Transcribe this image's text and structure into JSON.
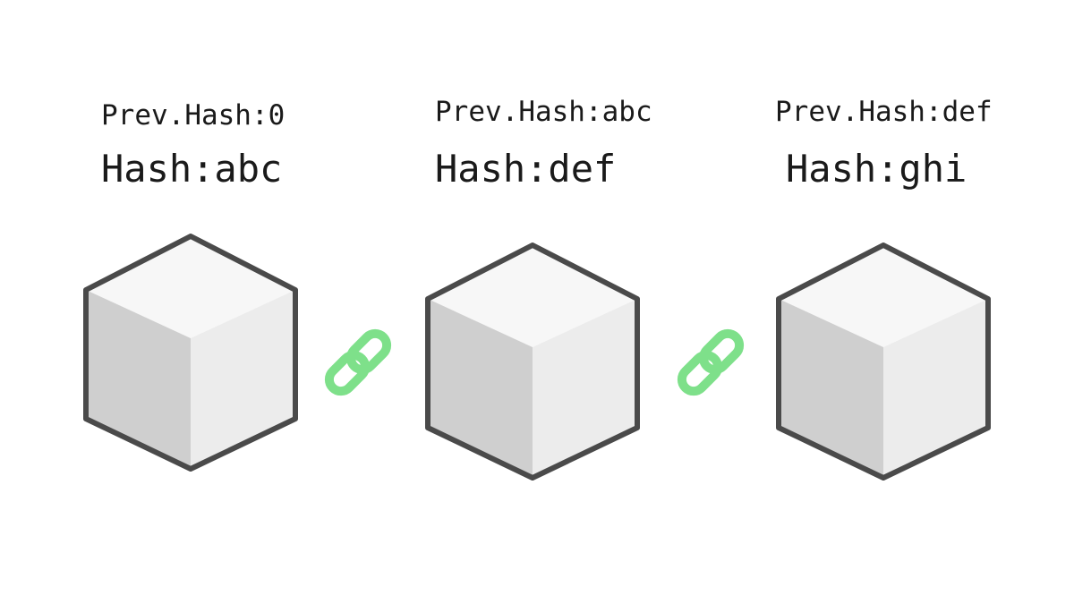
{
  "blocks": [
    {
      "prev_hash": "Prev.Hash:0",
      "hash": "Hash:abc"
    },
    {
      "prev_hash": "Prev.Hash:abc",
      "hash": "Hash:def"
    },
    {
      "prev_hash": "Prev.Hash:def",
      "hash": "Hash:ghi"
    }
  ],
  "colors": {
    "outline": "#4a4a4a",
    "cube_top": "#f7f7f7",
    "cube_left": "#cfcfcf",
    "cube_right": "#ececec",
    "link": "#7ee08a"
  },
  "icons": {
    "block": "cube-icon",
    "connector": "chain-link-icon"
  }
}
